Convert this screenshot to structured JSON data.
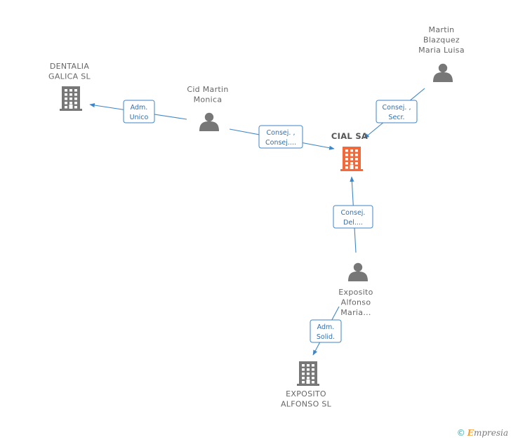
{
  "nodes": {
    "dentalia": {
      "kind": "company",
      "lines": [
        "DENTALIA",
        "GALICA SL"
      ]
    },
    "cid": {
      "kind": "person",
      "lines": [
        "Cid Martin",
        "Monica"
      ]
    },
    "martin": {
      "kind": "person",
      "lines": [
        "Martin",
        "Blazquez",
        "Maria Luisa"
      ]
    },
    "cial": {
      "kind": "company",
      "main": true,
      "lines": [
        "CIAL SA"
      ]
    },
    "exposito_p": {
      "kind": "person",
      "lines": [
        "Exposito",
        "Alfonso",
        "Maria..."
      ]
    },
    "exposito_sl": {
      "kind": "company",
      "lines": [
        "EXPOSITO",
        "ALFONSO  SL"
      ]
    }
  },
  "relations": [
    {
      "from": "cid",
      "to": "dentalia",
      "lines": [
        "Adm.",
        "Unico"
      ]
    },
    {
      "from": "cid",
      "to": "cial",
      "lines": [
        "Consej. ,",
        "Consej...."
      ]
    },
    {
      "from": "martin",
      "to": "cial",
      "lines": [
        "Consej. ,",
        "Secr."
      ]
    },
    {
      "from": "exposito_p",
      "to": "cial",
      "lines": [
        "Consej.",
        "Del...."
      ]
    },
    {
      "from": "exposito_p",
      "to": "exposito_sl",
      "lines": [
        "Adm.",
        "Solid."
      ]
    }
  ],
  "colors": {
    "edge": "#3f86c9",
    "person": "#777777",
    "company": "#777777",
    "main_company": "#f26a3b"
  },
  "footer": {
    "copyright": "©",
    "brand_initial": "E",
    "brand_rest": "mpresia"
  }
}
